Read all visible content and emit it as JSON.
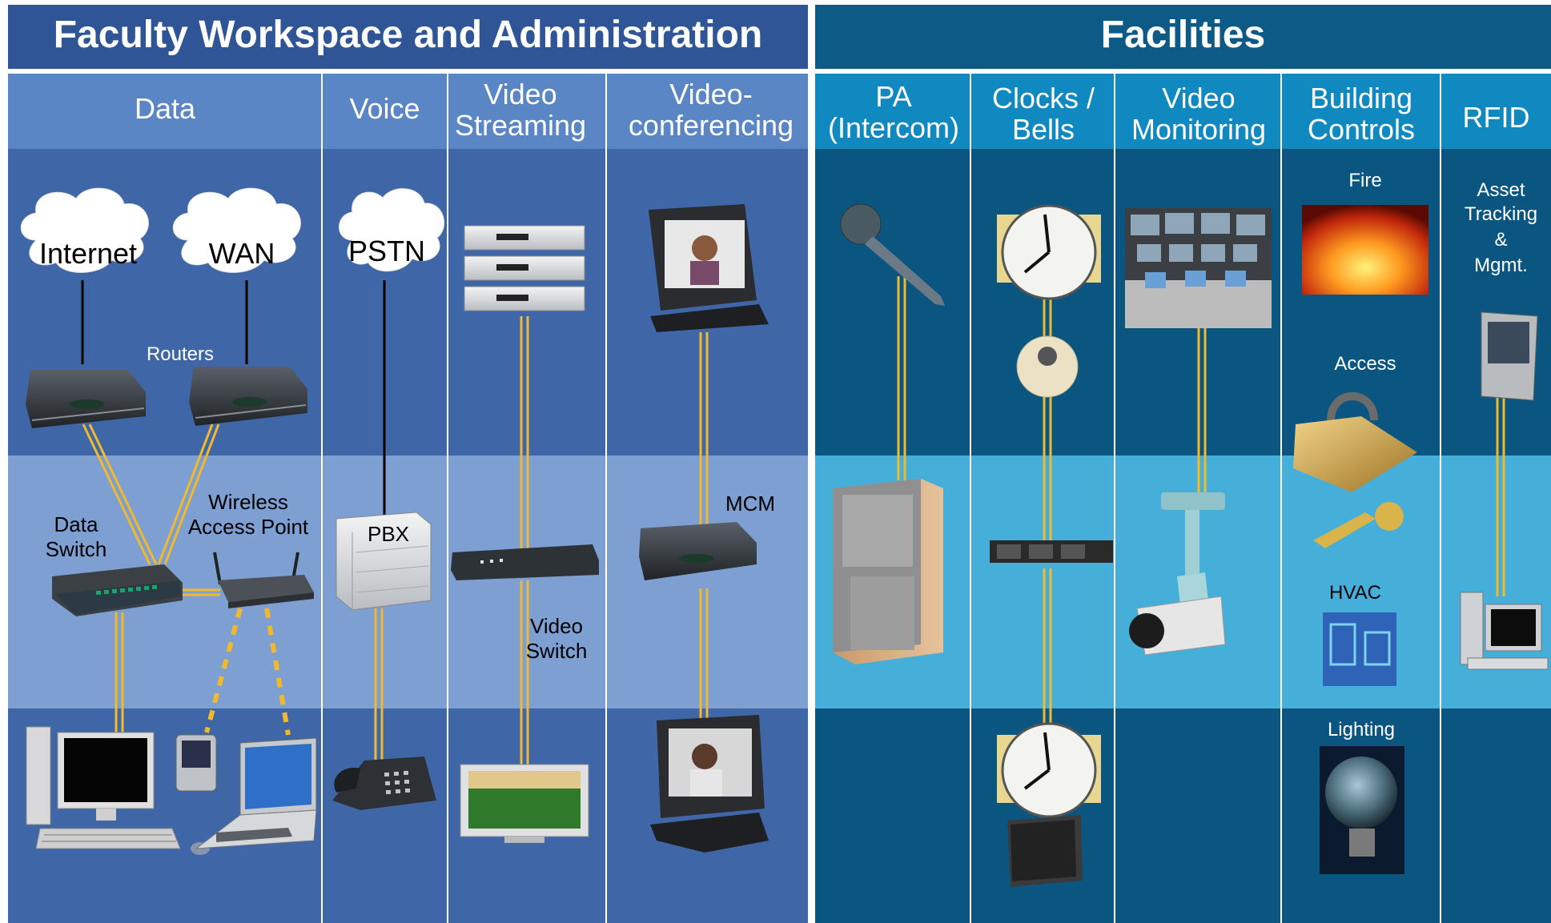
{
  "left_panel": {
    "title": "Faculty Workspace and Administration",
    "columns": [
      {
        "id": "data",
        "label": "Data"
      },
      {
        "id": "voice",
        "label": "Voice"
      },
      {
        "id": "video-streaming",
        "label": "Video Streaming"
      },
      {
        "id": "videoconferencing",
        "label": "Video-conferencing"
      }
    ],
    "clouds": {
      "internet": "Internet",
      "wan": "WAN",
      "pstn": "PSTN"
    },
    "labels": {
      "routers": "Routers",
      "data_switch_1": "Data",
      "data_switch_2": "Switch",
      "wireless_1": "Wireless",
      "wireless_2": "Access Point",
      "pbx": "PBX",
      "video_switch_1": "Video",
      "video_switch_2": "Switch",
      "mcm": "MCM"
    }
  },
  "right_panel": {
    "title": "Facilities",
    "columns": [
      {
        "id": "pa",
        "label": "PA (Intercom)"
      },
      {
        "id": "clocks",
        "label": "Clocks / Bells"
      },
      {
        "id": "video-monitoring",
        "label": "Video Monitoring"
      },
      {
        "id": "building-controls",
        "label": "Building Controls"
      },
      {
        "id": "rfid",
        "label": "RFID"
      }
    ],
    "labels": {
      "fire": "Fire",
      "access": "Access",
      "hvac": "HVAC",
      "lighting": "Lighting",
      "asset_1": "Asset",
      "asset_2": "Tracking",
      "asset_3": "&",
      "asset_4": "Mgmt."
    }
  },
  "colors": {
    "left_title_bg": "#2f5597",
    "left_header_bg": "#5b86c6",
    "left_dark_row": "#3f67a8",
    "left_light_row": "#7d9fd2",
    "right_title_bg": "#0d5a87",
    "right_header_bg": "#1088c0",
    "right_dark_row": "#0b5680",
    "right_light_row": "#45aed9",
    "link_yellow": "#f2b92c"
  }
}
